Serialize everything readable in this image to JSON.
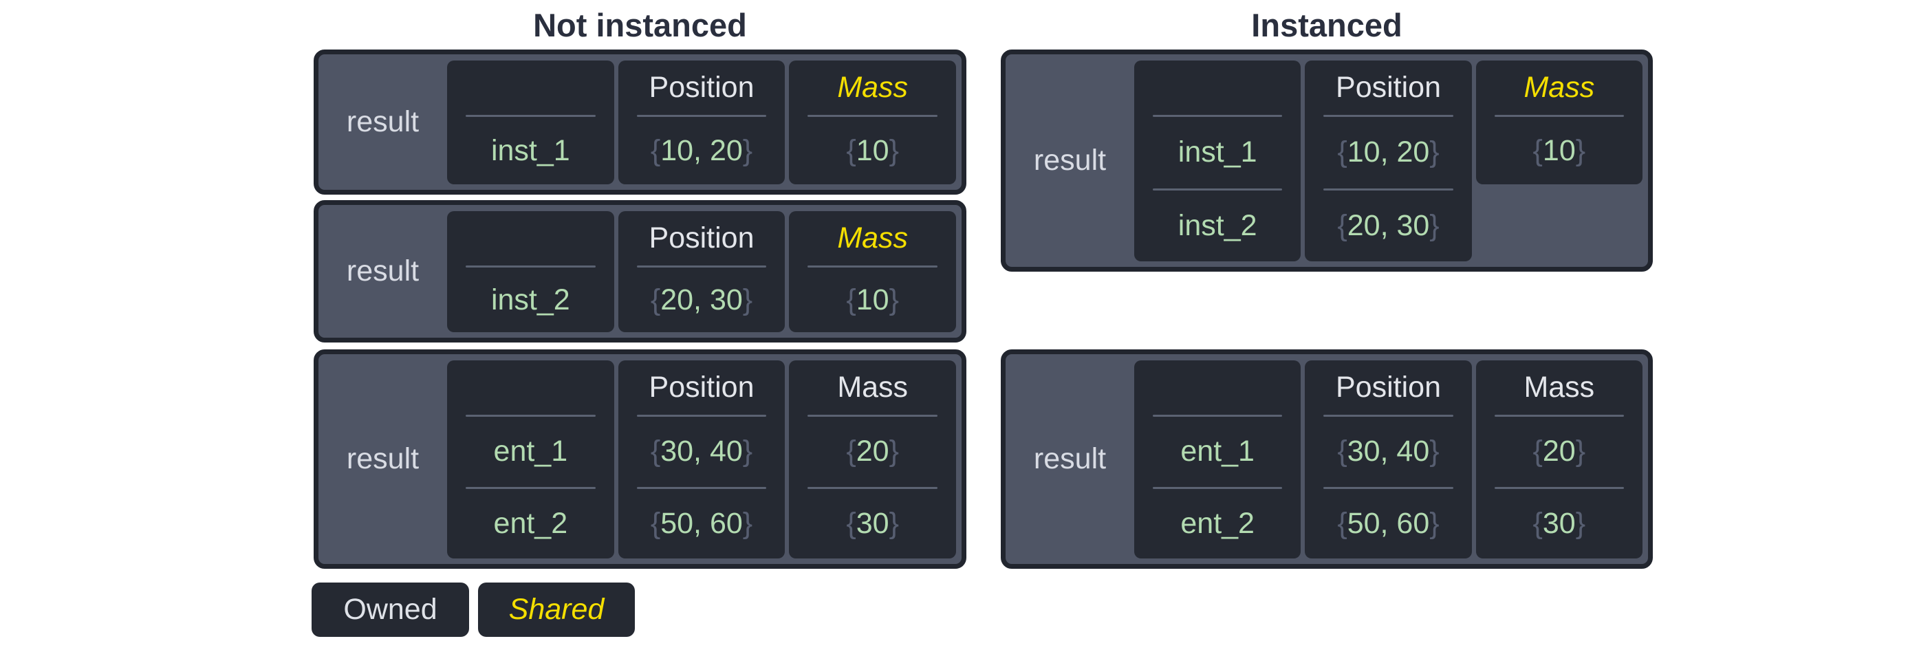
{
  "colors": {
    "background": "#ffffff",
    "box_border": "#21252e",
    "box_panel": "#4f5565",
    "cell_background": "#252932",
    "header_text": "#e4e6eb",
    "label_text": "#d9dce4",
    "value_green": "#b3dbb1",
    "brace_gray": "#575e71",
    "divider_gray": "#5b6272",
    "shared_yellow": "#f5df00",
    "title_text": "#2a2f3e"
  },
  "columns": {
    "left": {
      "title": "Not instanced",
      "boxes": [
        {
          "label": "result",
          "cols": [
            {
              "header": "",
              "shared": false,
              "values": [
                "inst_1"
              ]
            },
            {
              "header": "Position",
              "shared": false,
              "values": [
                "{10, 20}"
              ]
            },
            {
              "header": "Mass",
              "shared": true,
              "values": [
                "{10}"
              ]
            }
          ]
        },
        {
          "label": "result",
          "cols": [
            {
              "header": "",
              "shared": false,
              "values": [
                "inst_2"
              ]
            },
            {
              "header": "Position",
              "shared": false,
              "values": [
                "{20, 30}"
              ]
            },
            {
              "header": "Mass",
              "shared": true,
              "values": [
                "{10}"
              ]
            }
          ]
        },
        {
          "label": "result",
          "cols": [
            {
              "header": "",
              "shared": false,
              "values": [
                "ent_1",
                "ent_2"
              ]
            },
            {
              "header": "Position",
              "shared": false,
              "values": [
                "{30, 40}",
                "{50, 60}"
              ]
            },
            {
              "header": "Mass",
              "shared": false,
              "values": [
                "{20}",
                "{30}"
              ]
            }
          ]
        }
      ]
    },
    "right": {
      "title": "Instanced",
      "boxes": [
        {
          "label": "result",
          "cols": [
            {
              "header": "",
              "shared": false,
              "values": [
                "inst_1",
                "inst_2"
              ]
            },
            {
              "header": "Position",
              "shared": false,
              "values": [
                "{10, 20}",
                "{20, 30}"
              ]
            },
            {
              "header": "Mass",
              "shared": true,
              "values": [
                "{10}"
              ]
            }
          ]
        },
        {
          "label": "result",
          "cols": [
            {
              "header": "",
              "shared": false,
              "values": [
                "ent_1",
                "ent_2"
              ]
            },
            {
              "header": "Position",
              "shared": false,
              "values": [
                "{30, 40}",
                "{50, 60}"
              ]
            },
            {
              "header": "Mass",
              "shared": false,
              "values": [
                "{20}",
                "{30}"
              ]
            }
          ]
        }
      ]
    }
  },
  "legend_items": [
    {
      "label": "Owned",
      "shared": false
    },
    {
      "label": "Shared",
      "shared": true
    }
  ]
}
